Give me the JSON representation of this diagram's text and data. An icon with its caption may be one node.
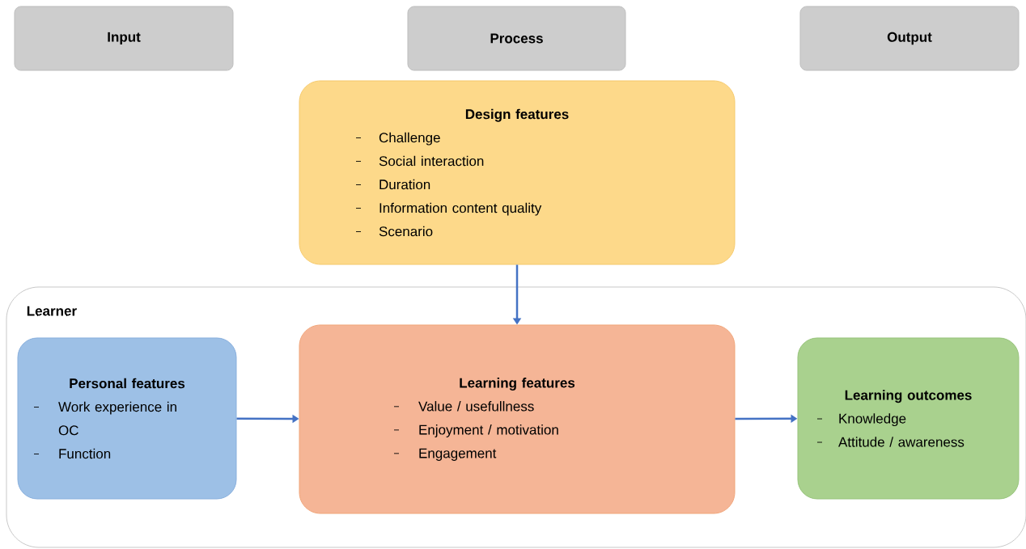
{
  "diagram": {
    "nodes": [
      {
        "text": [
          "Input"
        ]
      },
      {
        "text": [
          "Process"
        ]
      },
      {
        "text": [
          "Output"
        ]
      },
      {
        "text": [
          "Design features",
          "Challenge",
          "Social interaction",
          "Duration",
          "Information content quality",
          "Scenario"
        ]
      },
      {
        "text": [
          "Learner"
        ]
      },
      {
        "text": [
          "Personal features",
          "Work experience in OC",
          "Function"
        ],
        "in": 4
      },
      {
        "text": [
          "Learning features",
          "Value / usefullness",
          "Enjoyment / motivation",
          "Engagement"
        ],
        "in": 4
      },
      {
        "text": [
          "Learning outcomes",
          "Knowledge",
          "Attitude / awareness"
        ],
        "in": 4
      }
    ],
    "edges": [
      {
        "from": 3,
        "to": 6,
        "arrow": "to"
      },
      {
        "from": 5,
        "to": 6,
        "arrow": "to"
      },
      {
        "from": 6,
        "to": 7,
        "arrow": "to"
      }
    ]
  }
}
